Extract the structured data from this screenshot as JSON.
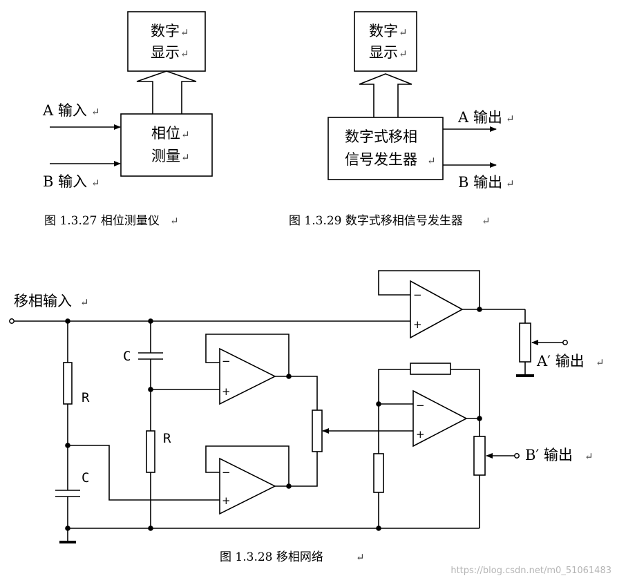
{
  "fig27": {
    "display": [
      "数字",
      "显示"
    ],
    "measure": [
      "相位",
      "测量"
    ],
    "input_a": "A 输入",
    "input_b": "B 输入",
    "caption": "图 1.3.27 相位测量仪"
  },
  "fig29": {
    "display": [
      "数字",
      "显示"
    ],
    "generator": [
      "数字式移相",
      "信号发生器"
    ],
    "output_a": "A 输出",
    "output_b": "B 输出",
    "caption": "图 1.3.29  数字式移相信号发生器"
  },
  "fig28": {
    "input": "移相输入",
    "r1": "R",
    "c1": "C",
    "c2": "C",
    "r2": "R",
    "output_a": "A′ 输出",
    "output_b": "B′ 输出",
    "minus": "−",
    "plus": "+",
    "caption": "图 1.3.28  移相网络"
  },
  "return_mark": "↵",
  "watermark": "https://blog.csdn.net/m0_51061483"
}
